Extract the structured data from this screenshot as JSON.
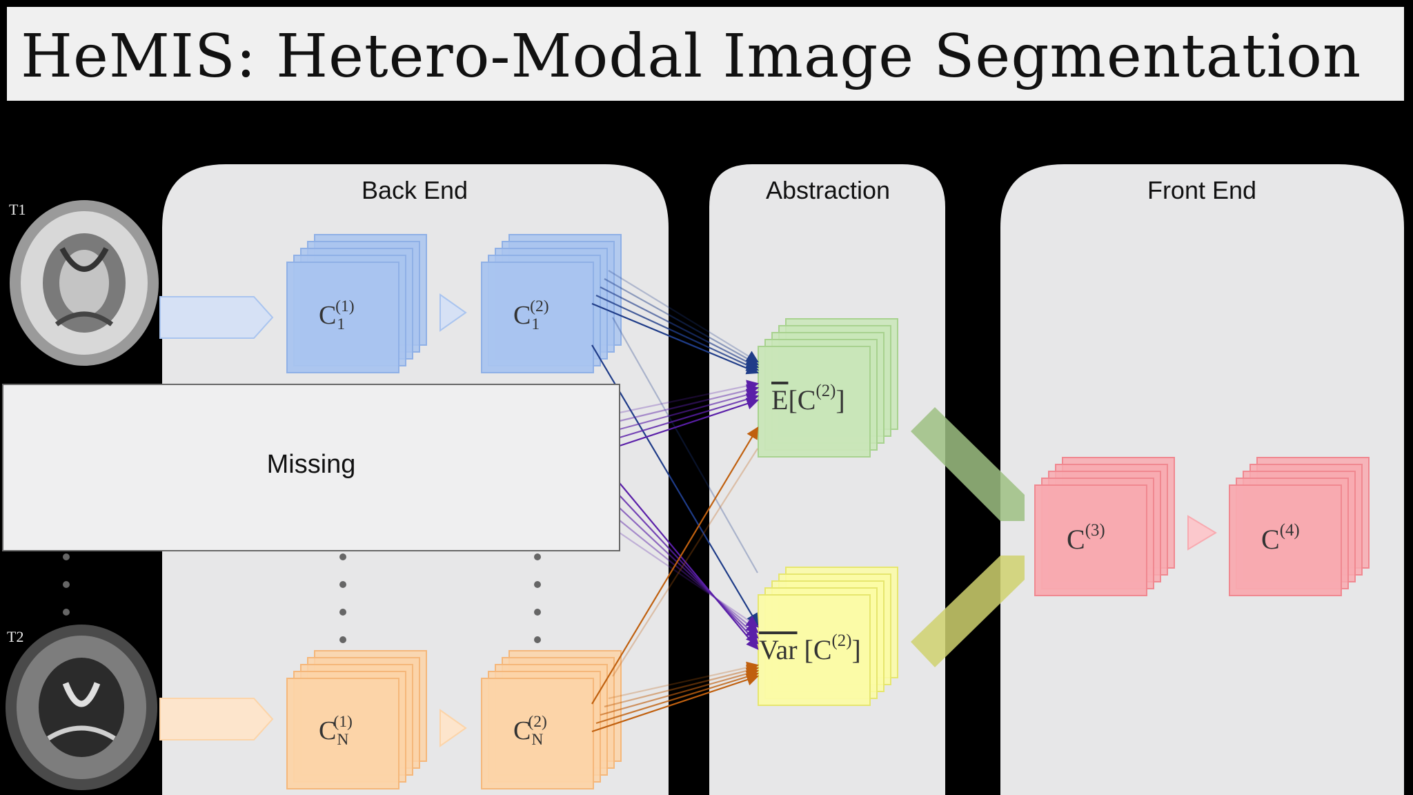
{
  "title": "HeMIS: Hetero-Modal Image Segmentation",
  "panels": {
    "back_end": "Back End",
    "abstraction": "Abstraction",
    "front_end": "Front End"
  },
  "modalities": {
    "top": "T1",
    "bottom": "T2"
  },
  "missing_label": "Missing",
  "nodes": {
    "c1_1": {
      "base": "C",
      "sup": "(1)",
      "sub": "1"
    },
    "c1_2": {
      "base": "C",
      "sup": "(2)",
      "sub": "1"
    },
    "cN_1": {
      "base": "C",
      "sup": "(1)",
      "sub": "N"
    },
    "cN_2": {
      "base": "C",
      "sup": "(2)",
      "sub": "N"
    },
    "mean": {
      "op": "E",
      "base": "C",
      "sup": "(2)"
    },
    "var": {
      "op": "Var",
      "base": "C",
      "sup": "(2)"
    },
    "c3": {
      "base": "C",
      "sup": "(3)"
    },
    "c4": {
      "base": "C",
      "sup": "(4)"
    }
  },
  "colors": {
    "blue": "#a9c4ef",
    "orange": "#fcd4a8",
    "green": "#c9e6b8",
    "yellow": "#fbfba6",
    "red": "#f8aab0",
    "panel": "#e7e7e8"
  }
}
